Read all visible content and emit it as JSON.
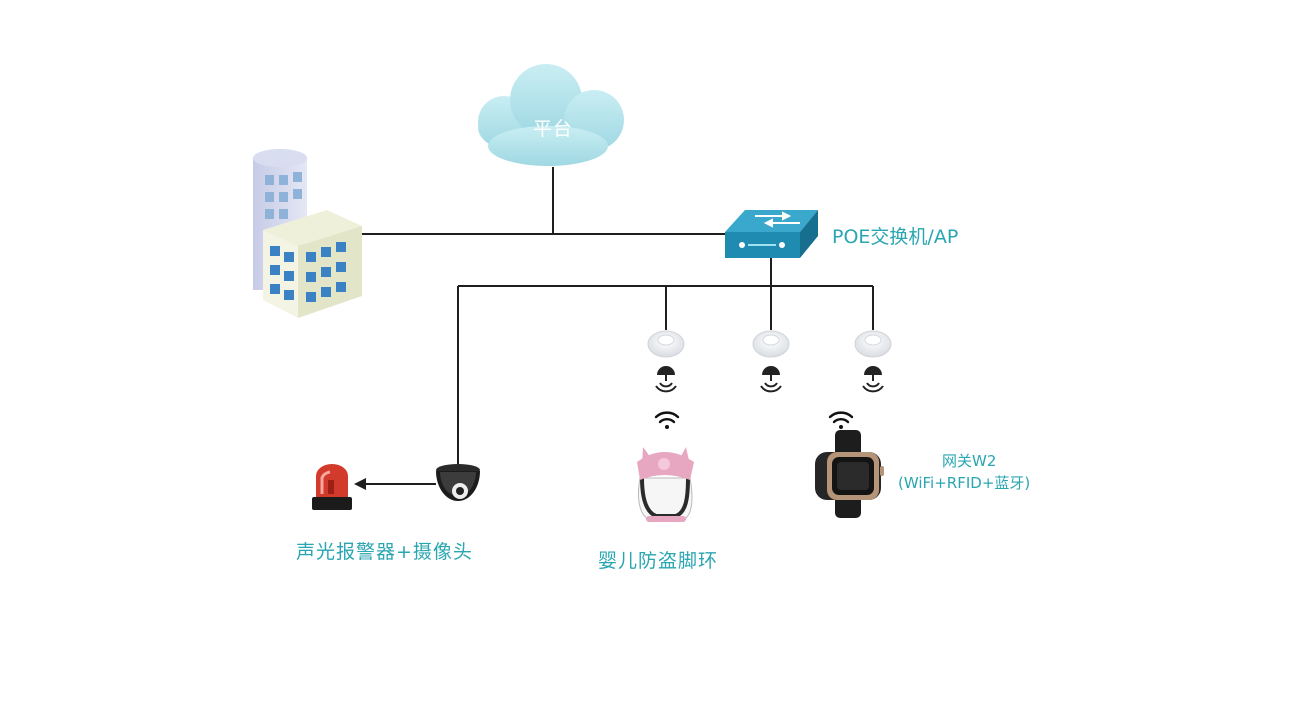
{
  "nodes": {
    "platform": {
      "label": "平台",
      "icon": "cloud-icon"
    },
    "building": {
      "icon": "building-icon"
    },
    "switch": {
      "label": "POE交换机/AP",
      "icon": "network-switch-icon"
    },
    "alarm_camera": {
      "label": "声光报警器+摄像头",
      "icons": [
        "alarm-light-icon",
        "dome-camera-icon"
      ]
    },
    "anklet": {
      "label": "婴儿防盗脚环",
      "icon": "baby-anklet-icon"
    },
    "gateway": {
      "title": "网关W2",
      "subtitle": "(WiFi+RFID+蓝牙)",
      "icon": "smartwatch-gateway-icon"
    }
  },
  "access_points": {
    "count": 3,
    "icon": "ceiling-ap-icon",
    "signal_icon": "rfid-signal-icon"
  },
  "colors": {
    "label_teal": "#2aa6b2",
    "line": "#1f1f1f",
    "cloud": "#a9e0ea",
    "switch_blue": "#1f8bb0",
    "alarm_red": "#d23a2c",
    "anklet_pink": "#e8a7c0"
  }
}
